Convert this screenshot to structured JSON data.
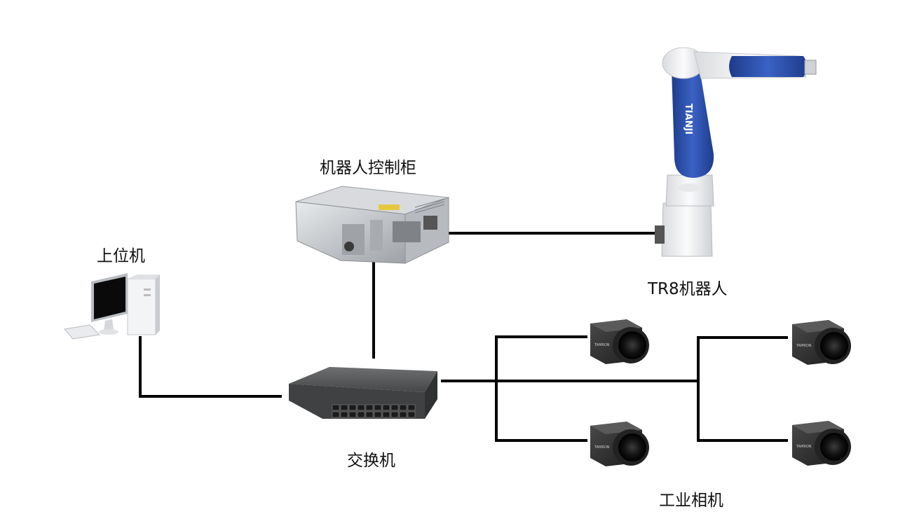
{
  "labels": {
    "controller": "机器人控制柜",
    "robot": "TR8机器人",
    "pc": "上位机",
    "switch": "交换机",
    "cameras": "工业相机"
  },
  "device_text": {
    "robot_brand": "TIANJI",
    "camera_brand": "TAMRON"
  },
  "colors": {
    "line": "#000000",
    "robot_blue": "#2b4fa8",
    "robot_white": "#f2f3f5",
    "camera_body": "#2a2a2a",
    "controller_metal": "#c9ccd0",
    "switch_body": "#3a3c3e"
  },
  "icons": [
    "pc-icon",
    "controller-icon",
    "robot-arm-icon",
    "network-switch-icon",
    "industrial-camera-icon"
  ]
}
